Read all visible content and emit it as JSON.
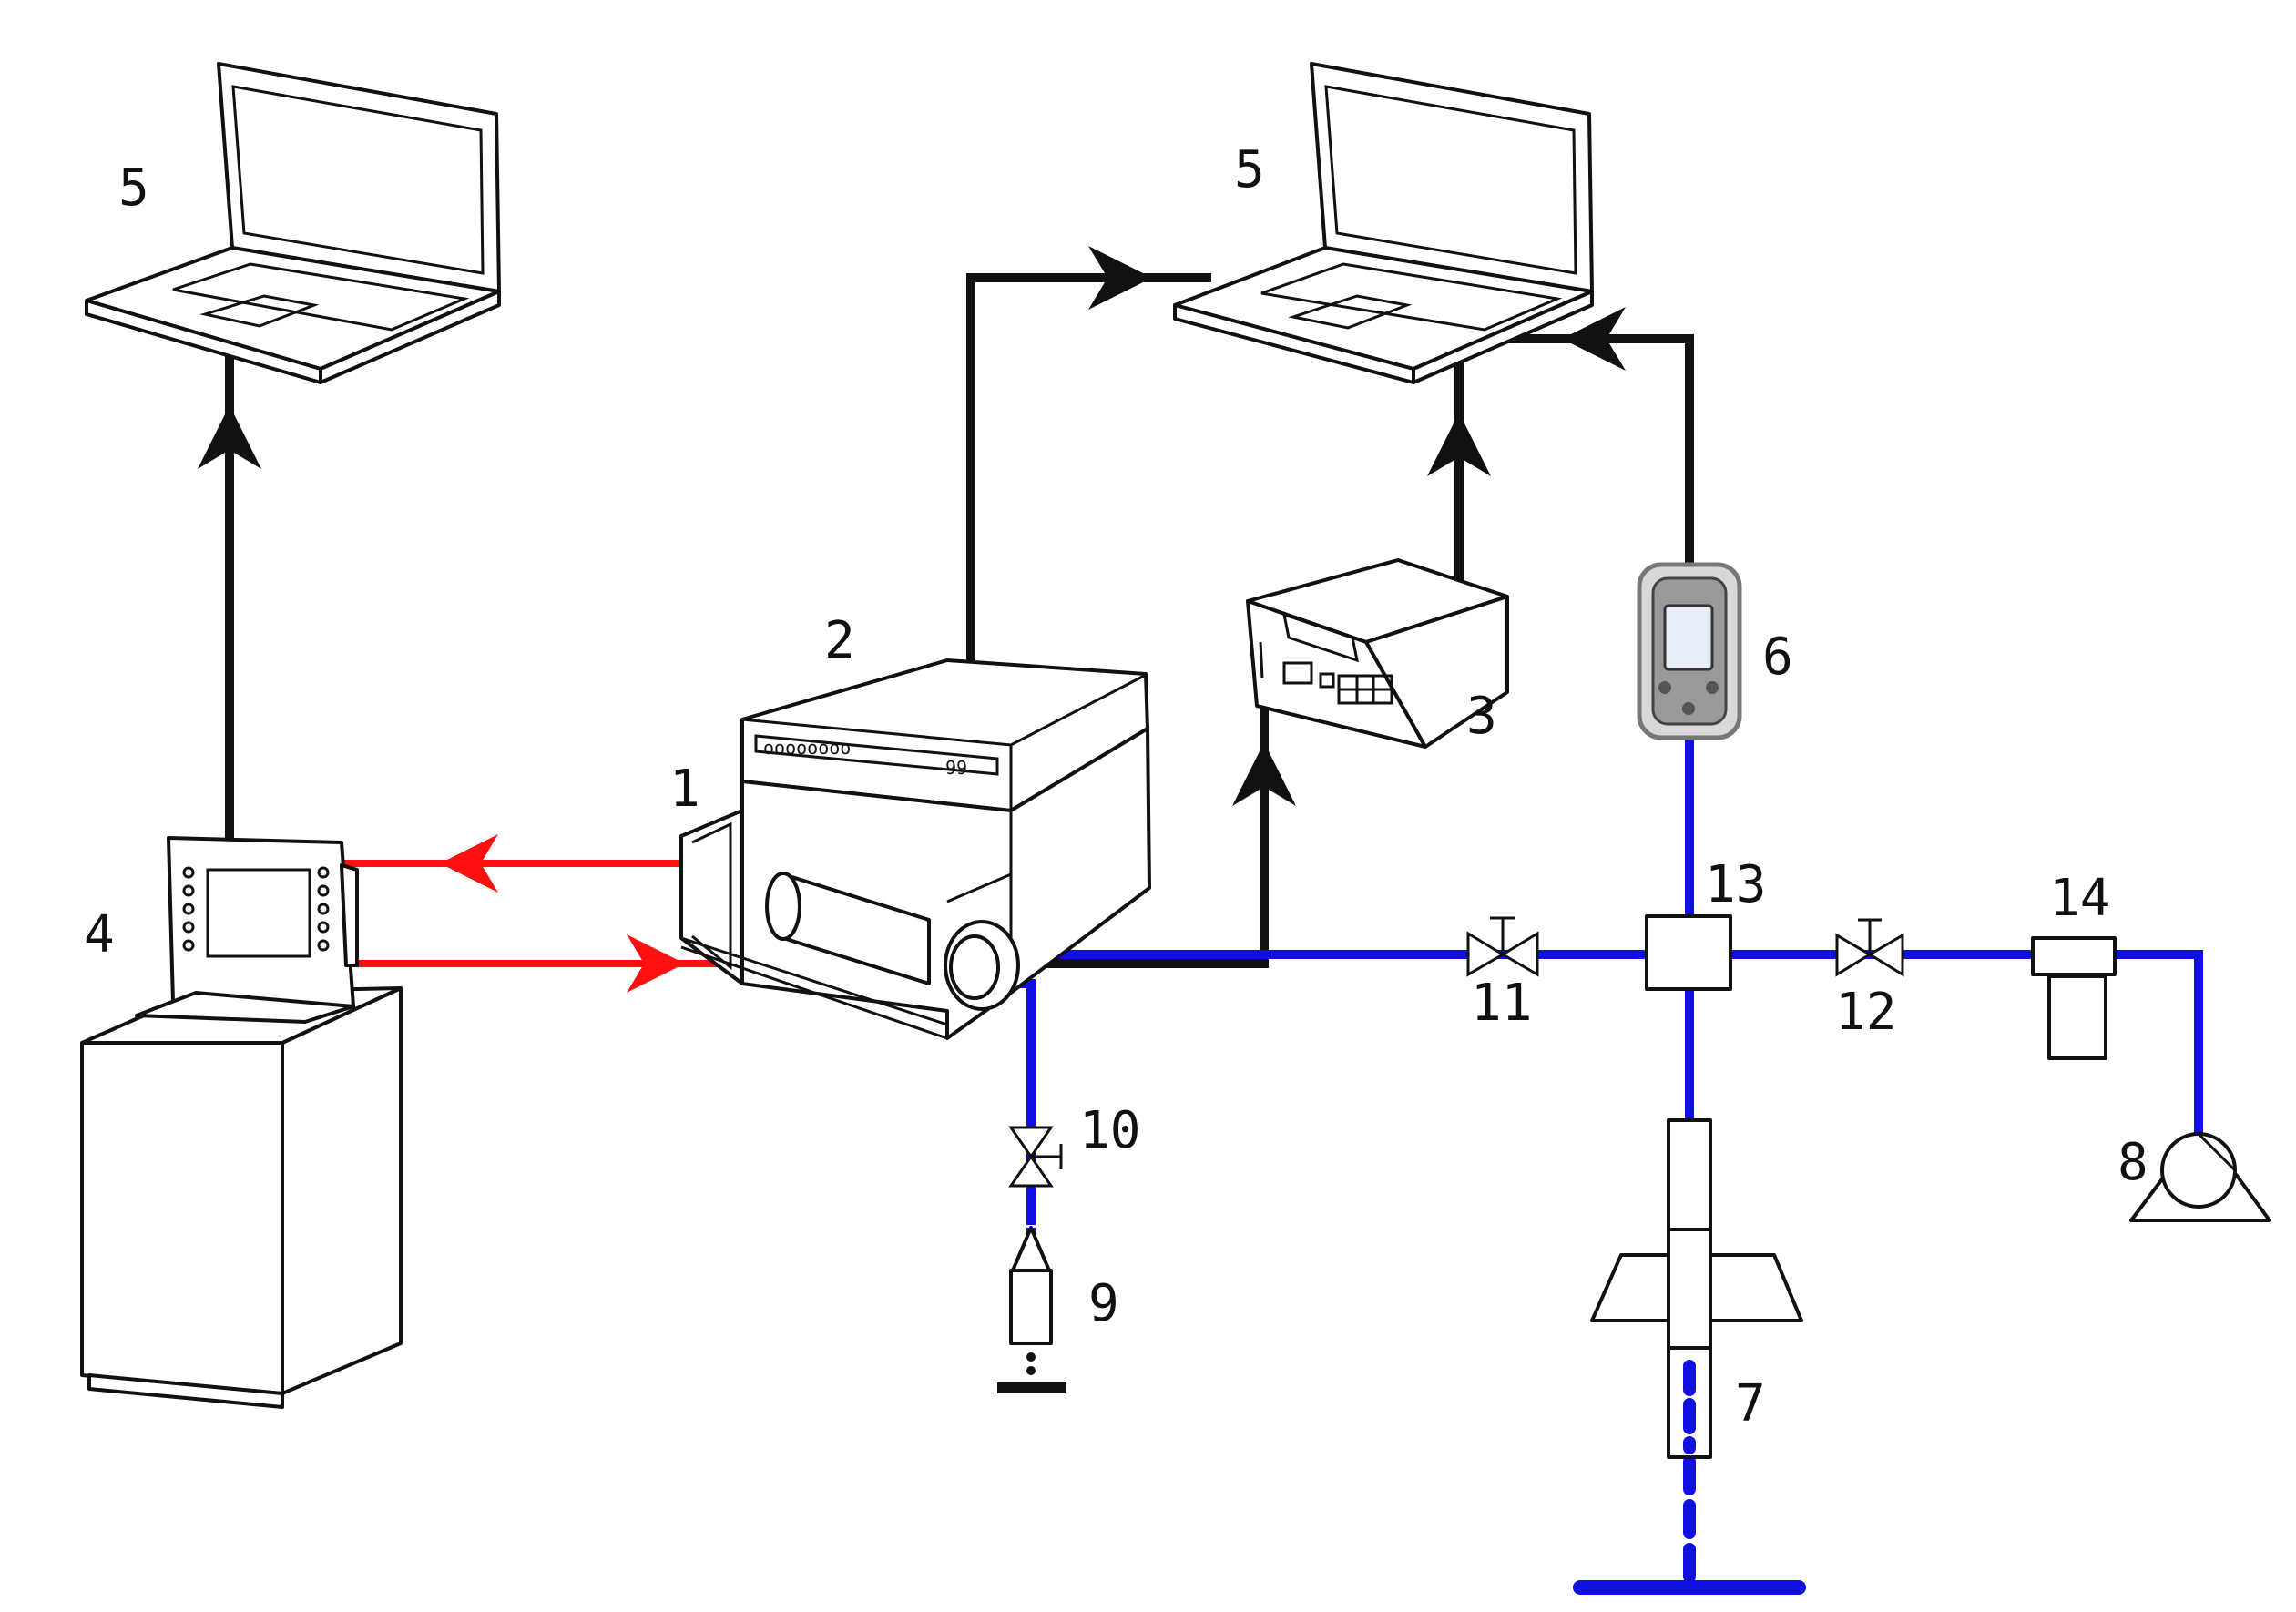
{
  "labels": {
    "n1": "1",
    "n2": "2",
    "n3": "3",
    "n4": "4",
    "n5_left": "5",
    "n5_right": "5",
    "n6": "6",
    "n7": "7",
    "n8": "8",
    "n9": "9",
    "n10": "10",
    "n11": "11",
    "n12": "12",
    "n13": "13",
    "n14": "14"
  },
  "colors": {
    "signal_line": "#111111",
    "gas_line": "#1010e0",
    "thermal_line": "#ff1010"
  }
}
